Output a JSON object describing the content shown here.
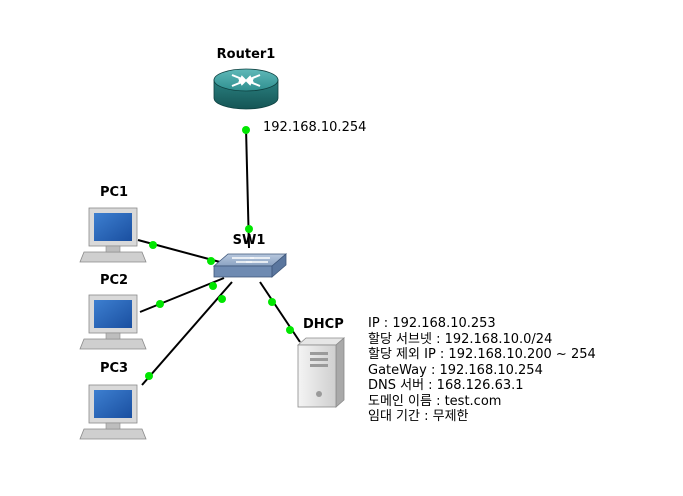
{
  "devices": {
    "router": {
      "label": "Router1",
      "ip_label": "192.168.10.254"
    },
    "switch": {
      "label": "SW1"
    },
    "pc1": {
      "label": "PC1"
    },
    "pc2": {
      "label": "PC2"
    },
    "pc3": {
      "label": "PC3"
    },
    "dhcp": {
      "label": "DHCP"
    }
  },
  "dhcp_info": {
    "ip": "IP : 192.168.10.253",
    "subnet": "할당 서브넷 : 192.168.10.0/24",
    "excluded": "할당 제외 IP : 192.168.10.200 ~ 254",
    "gateway": "GateWay : 192.168.10.254",
    "dns": "DNS 서버 : 168.126.63.1",
    "domain": "도메인 이름 : test.com",
    "lease": "임대 기간 : 무제한"
  },
  "colors": {
    "link": "#000000",
    "port_up": "#00e600",
    "router_body": "#2a8c8c",
    "switch_body": "#7a95b8"
  }
}
